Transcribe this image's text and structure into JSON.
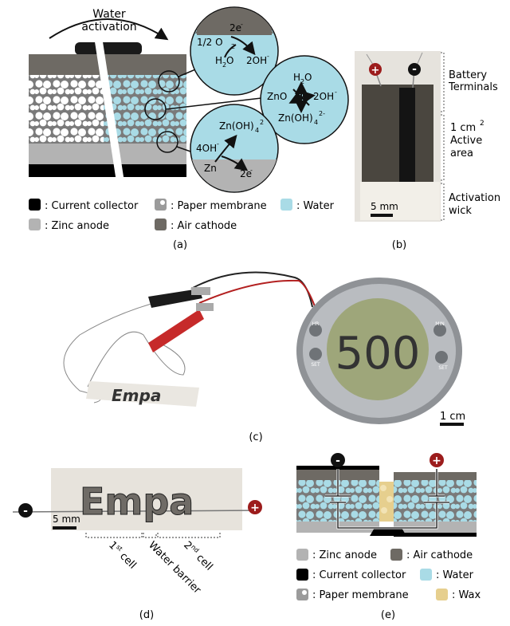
{
  "panel_a": {
    "label": "(a)",
    "activation_line1": "Water",
    "activation_line2": "activation",
    "reaction_top": {
      "e": "2e",
      "sup_minus": "-",
      "o2_coef": "1/2 O",
      "o2_sub": "2",
      "h2o": "H",
      "h2o_sub": "2",
      "h2o_o": "O",
      "oh": "2OH",
      "oh_sup": "-"
    },
    "reaction_mid": {
      "h2o": "H",
      "h2o_sub": "2",
      "h2o_o": "O",
      "zno": "ZnO",
      "oh": "2OH",
      "oh_sup": "-",
      "zincate": "Zn(OH)",
      "zincate_sub": "4",
      "zincate_sup": "2-"
    },
    "reaction_bot": {
      "zincate": "Zn(OH)",
      "zincate_sub": "4",
      "zincate_sup": "2",
      "oh4": "4OH",
      "oh4_sup": "-",
      "zn": "Zn",
      "e": "2e",
      "e_sup": "-"
    },
    "legend": [
      {
        "label": ": Current collector",
        "color": "#000000"
      },
      {
        "label": ": Paper membrane",
        "color": "#9b9b9b"
      },
      {
        "label": ": Water",
        "color": "#a9dbe6"
      },
      {
        "label": ": Zinc anode",
        "color": "#b3b3b3"
      },
      {
        "label": ": Air cathode",
        "color": "#6e6a64"
      }
    ]
  },
  "panel_b": {
    "label": "(b)",
    "terminals_1": "Battery",
    "terminals_2": "Terminals",
    "area_1": "1 cm",
    "area_sup": "2",
    "area_2": "Active",
    "area_3": "area",
    "wick_1": "Activation",
    "wick_2": "wick",
    "scale": "5 mm",
    "plus": "+",
    "minus": "-"
  },
  "panel_c": {
    "label": "(c)",
    "display": "500",
    "btn_hr": "HR",
    "btn_min": "MIN",
    "btn_set_l": "SET",
    "btn_set_r": "SET",
    "logo": "Empa",
    "scale": "1 cm"
  },
  "panel_d": {
    "label": "(d)",
    "logo": "Empa",
    "scale": "5 mm",
    "cell1": "1",
    "cell1_sup": "st",
    "cell1_word": " cell",
    "barrier": "Water barrier",
    "cell2": "2",
    "cell2_sup": "nd",
    "cell2_word": " cell",
    "minus": "-",
    "plus": "+"
  },
  "panel_e": {
    "label": "(e)",
    "minus": "-",
    "plus": "+",
    "legend": [
      {
        "label": ": Zinc anode",
        "color": "#b3b3b3"
      },
      {
        "label": ": Air cathode",
        "color": "#6e6a64"
      },
      {
        "label": ": Current collector",
        "color": "#000000"
      },
      {
        "label": ": Water",
        "color": "#a9dbe6"
      },
      {
        "label": ": Paper membrane",
        "color": "#9b9b9b"
      },
      {
        "label": ": Wax",
        "color": "#e6cf8e"
      }
    ]
  }
}
